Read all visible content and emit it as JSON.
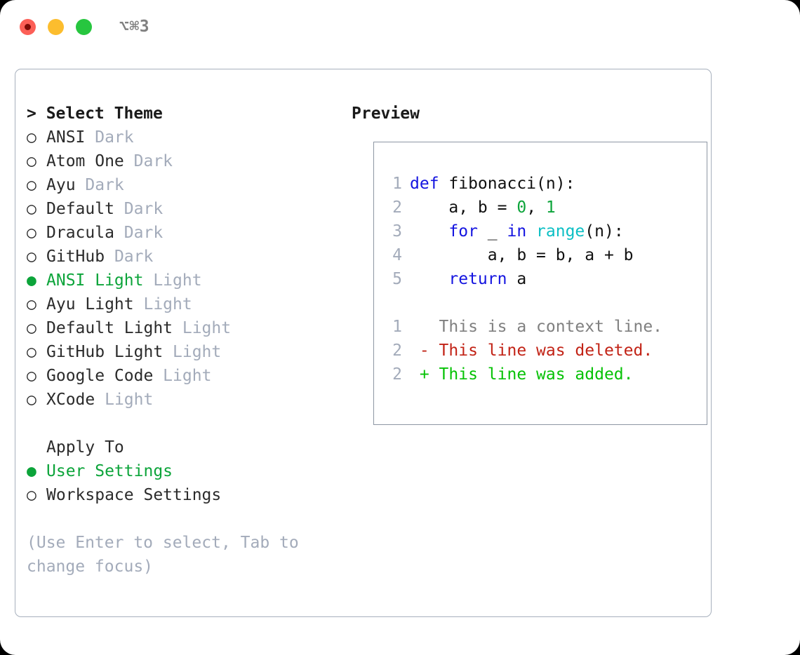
{
  "titlebar": {
    "shortcut": "⌥⌘3",
    "buttons": {
      "close": "close",
      "minimize": "minimize",
      "maximize": "maximize"
    }
  },
  "colors": {
    "accent_green": "#0ca43a",
    "diff_add_green": "#06c206",
    "diff_del_red": "#c22316",
    "keyword_blue": "#1414e0",
    "function_cyan": "#0bbfc4",
    "muted_gray": "#a3abba",
    "context_gray": "#808080",
    "border_gray": "#a7b0bd"
  },
  "theme_picker": {
    "heading": "> Select Theme",
    "marker_selected": "●",
    "marker_unselected": "○",
    "options": [
      {
        "name": "ANSI",
        "variant": "Dark",
        "selected": false
      },
      {
        "name": "Atom One",
        "variant": "Dark",
        "selected": false
      },
      {
        "name": "Ayu",
        "variant": "Dark",
        "selected": false
      },
      {
        "name": "Default",
        "variant": "Dark",
        "selected": false
      },
      {
        "name": "Dracula",
        "variant": "Dark",
        "selected": false
      },
      {
        "name": "GitHub",
        "variant": "Dark",
        "selected": false
      },
      {
        "name": "ANSI Light",
        "variant": "Light",
        "selected": true
      },
      {
        "name": "Ayu Light",
        "variant": "Light",
        "selected": false
      },
      {
        "name": "Default Light",
        "variant": "Light",
        "selected": false
      },
      {
        "name": "GitHub Light",
        "variant": "Light",
        "selected": false
      },
      {
        "name": "Google Code",
        "variant": "Light",
        "selected": false
      },
      {
        "name": "XCode",
        "variant": "Light",
        "selected": false
      }
    ]
  },
  "apply_to": {
    "heading": "Apply To",
    "options": [
      {
        "name": "User Settings",
        "selected": true
      },
      {
        "name": "Workspace Settings",
        "selected": false
      }
    ]
  },
  "hint": "(Use Enter to select, Tab to change focus)",
  "preview": {
    "title": "Preview",
    "code_lines": [
      {
        "no": "1",
        "tokens": [
          {
            "t": "def ",
            "c": "kw"
          },
          {
            "t": "fibonacci(n):",
            "c": "plain"
          }
        ]
      },
      {
        "no": "2",
        "tokens": [
          {
            "t": "    a, b = ",
            "c": "plain"
          },
          {
            "t": "0",
            "c": "num"
          },
          {
            "t": ", ",
            "c": "plain"
          },
          {
            "t": "1",
            "c": "num"
          }
        ]
      },
      {
        "no": "3",
        "tokens": [
          {
            "t": "    ",
            "c": "plain"
          },
          {
            "t": "for",
            "c": "kw"
          },
          {
            "t": " _ ",
            "c": "plain"
          },
          {
            "t": "in",
            "c": "kw"
          },
          {
            "t": " ",
            "c": "plain"
          },
          {
            "t": "range",
            "c": "fn"
          },
          {
            "t": "(n):",
            "c": "plain"
          }
        ]
      },
      {
        "no": "4",
        "tokens": [
          {
            "t": "        a, b = b, a + b",
            "c": "plain"
          }
        ]
      },
      {
        "no": "5",
        "tokens": [
          {
            "t": "    ",
            "c": "plain"
          },
          {
            "t": "return",
            "c": "kw"
          },
          {
            "t": " a",
            "c": "plain"
          }
        ]
      }
    ],
    "diff_lines": [
      {
        "no": "1",
        "tokens": [
          {
            "t": "   This is a context line.",
            "c": "ctx"
          }
        ]
      },
      {
        "no": "2",
        "tokens": [
          {
            "t": " - This line was deleted.",
            "c": "del"
          }
        ]
      },
      {
        "no": "2",
        "tokens": [
          {
            "t": " + This line was added.",
            "c": "add"
          }
        ]
      }
    ]
  }
}
